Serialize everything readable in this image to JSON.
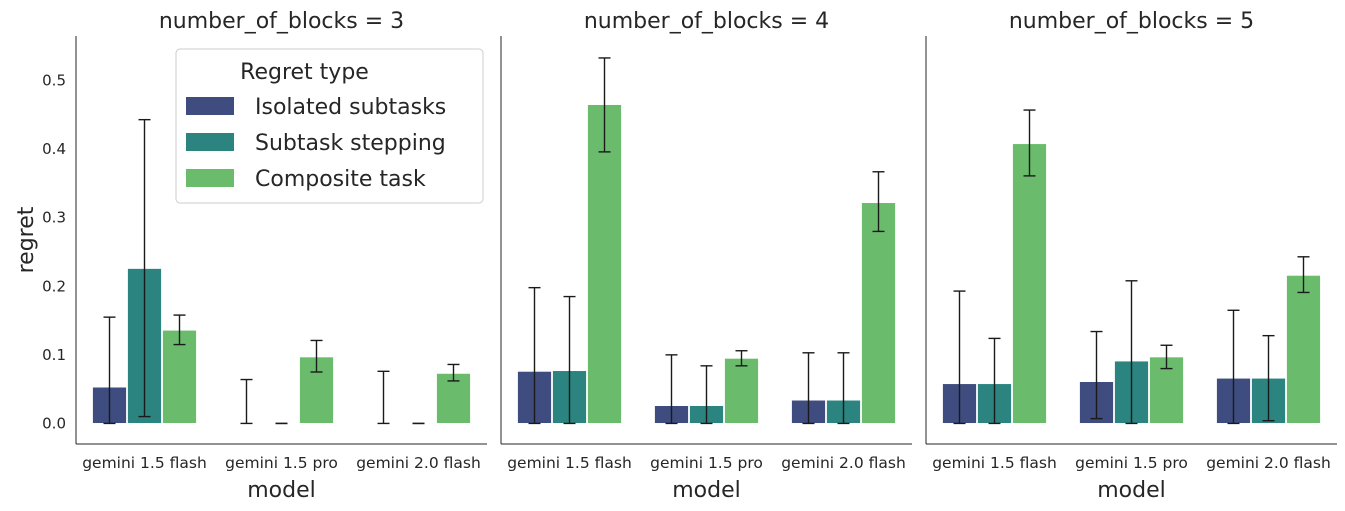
{
  "chart_data": {
    "type": "bar",
    "ylabel": "regret",
    "xlabel": "model",
    "ylim": [
      -0.03,
      0.565
    ],
    "yticks": [
      "0.0",
      "0.1",
      "0.2",
      "0.3",
      "0.4",
      "0.5"
    ],
    "categories": [
      "gemini 1.5 flash",
      "gemini 1.5 pro",
      "gemini 2.0 flash"
    ],
    "legend": {
      "title": "Regret type",
      "placement": "top-right of first panel",
      "entries": [
        "Isolated subtasks",
        "Subtask stepping",
        "Composite task"
      ]
    },
    "colors": [
      "#3e4c7f",
      "#2b847f",
      "#6abc6c"
    ],
    "panels": [
      {
        "title": "number_of_blocks = 3",
        "series": [
          {
            "name": "Isolated subtasks",
            "values": [
              0.053,
              0.0,
              0.0
            ],
            "err_low": [
              0.0,
              0.0,
              0.0
            ],
            "err_high": [
              0.155,
              0.064,
              0.076
            ]
          },
          {
            "name": "Subtask stepping",
            "values": [
              0.226,
              0.0,
              0.0
            ],
            "err_low": [
              0.01,
              0.0,
              0.0
            ],
            "err_high": [
              0.443,
              0.0,
              0.0
            ]
          },
          {
            "name": "Composite task",
            "values": [
              0.136,
              0.097,
              0.073
            ],
            "err_low": [
              0.115,
              0.075,
              0.062
            ],
            "err_high": [
              0.158,
              0.121,
              0.086
            ]
          }
        ]
      },
      {
        "title": "number_of_blocks = 4",
        "series": [
          {
            "name": "Isolated subtasks",
            "values": [
              0.076,
              0.026,
              0.034
            ],
            "err_low": [
              0.0,
              0.0,
              0.0
            ],
            "err_high": [
              0.198,
              0.1,
              0.103
            ]
          },
          {
            "name": "Subtask stepping",
            "values": [
              0.077,
              0.026,
              0.034
            ],
            "err_low": [
              0.0,
              0.0,
              0.0
            ],
            "err_high": [
              0.185,
              0.084,
              0.103
            ]
          },
          {
            "name": "Composite task",
            "values": [
              0.465,
              0.095,
              0.322
            ],
            "err_low": [
              0.396,
              0.084,
              0.28
            ],
            "err_high": [
              0.533,
              0.106,
              0.367
            ]
          }
        ]
      },
      {
        "title": "number_of_blocks = 5",
        "series": [
          {
            "name": "Isolated subtasks",
            "values": [
              0.058,
              0.061,
              0.066
            ],
            "err_low": [
              0.0,
              0.007,
              0.0
            ],
            "err_high": [
              0.193,
              0.134,
              0.165
            ]
          },
          {
            "name": "Subtask stepping",
            "values": [
              0.058,
              0.091,
              0.066
            ],
            "err_low": [
              0.0,
              0.0,
              0.004
            ],
            "err_high": [
              0.124,
              0.208,
              0.128
            ]
          },
          {
            "name": "Composite task",
            "values": [
              0.408,
              0.097,
              0.216
            ],
            "err_low": [
              0.361,
              0.08,
              0.191
            ],
            "err_high": [
              0.457,
              0.114,
              0.243
            ]
          }
        ]
      }
    ]
  }
}
